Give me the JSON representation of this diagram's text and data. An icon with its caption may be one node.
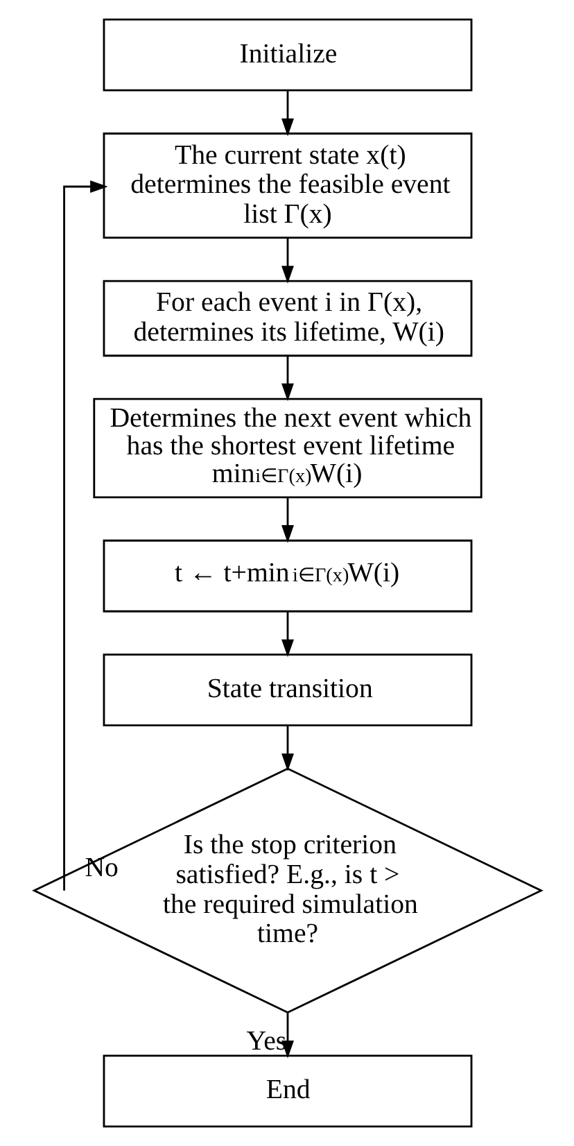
{
  "diagram": {
    "nodes": [
      {
        "text": [
          "Initialize"
        ]
      },
      {
        "text": [
          "The current state x(t) determines the feasible event list Γ(x)"
        ]
      },
      {
        "text": [
          "For each event i in Γ(x), determines its lifetime, W(i)"
        ]
      },
      {
        "text": [
          "Determines the next event which has the shortest event lifetime min$_{i∈Γ(x)}$W(i)"
        ]
      },
      {
        "text": [
          "t ← t+min$_{i∈Γ(x)}$W(i)"
        ]
      },
      {
        "text": [
          "State transition"
        ]
      },
      {
        "text": [
          "Is the stop criterion satisfied? E.g., is t > the required simulation time?"
        ]
      },
      {
        "text": [
          "End"
        ]
      }
    ],
    "edges": [
      {
        "from": 0,
        "to": 1,
        "arrow": "to"
      },
      {
        "from": 1,
        "to": 2,
        "arrow": "to"
      },
      {
        "from": 2,
        "to": 3,
        "arrow": "to"
      },
      {
        "from": 3,
        "to": 4,
        "arrow": "to"
      },
      {
        "from": 4,
        "to": 5,
        "arrow": "to"
      },
      {
        "from": 5,
        "to": 6,
        "arrow": "to"
      },
      {
        "from": 6,
        "to": 7,
        "arrow": "to",
        "label": "Yes"
      },
      {
        "from": 6,
        "to": 1,
        "arrow": "to",
        "label": "No"
      }
    ]
  }
}
